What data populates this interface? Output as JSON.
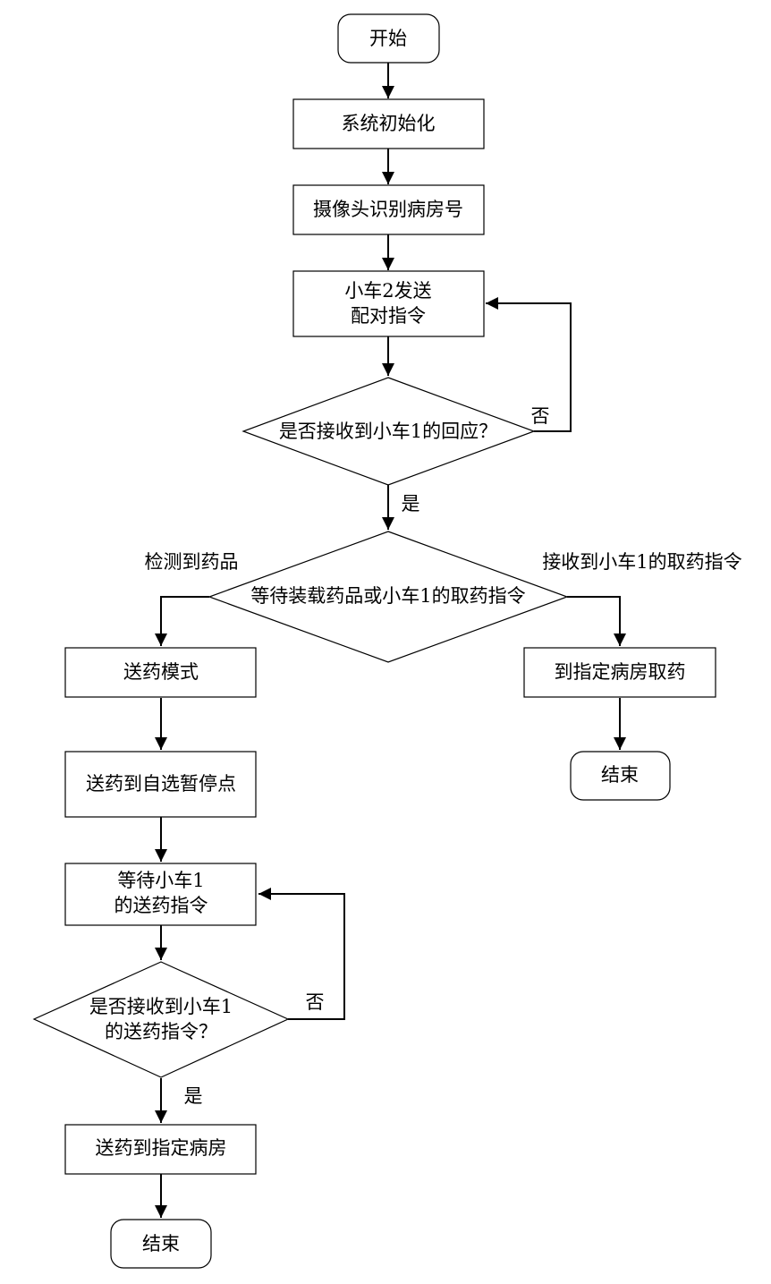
{
  "nodes": {
    "start": "开始",
    "init": "系统初始化",
    "camera": "摄像头识别病房号",
    "send_pair": [
      "小车2发送",
      "配对指令"
    ],
    "check_reply": "是否接收到小车1的回应？",
    "wait_load": "等待装载药品或小车1的取药指令",
    "deliver_mode": "送药模式",
    "go_pickup": "到指定病房取药",
    "end_right": "结束",
    "to_pause": "送药到自选暂停点",
    "wait_cmd": [
      "等待小车1",
      "的送药指令"
    ],
    "check_cmd": [
      "是否接收到小车1",
      "的送药指令？"
    ],
    "to_room": "送药到指定病房",
    "end_left": "结束"
  },
  "edges": {
    "no_1": "否",
    "yes_1": "是",
    "detected": "检测到药品",
    "received_fetch": "接收到小车1的取药指令",
    "no_2": "否",
    "yes_2": "是"
  }
}
